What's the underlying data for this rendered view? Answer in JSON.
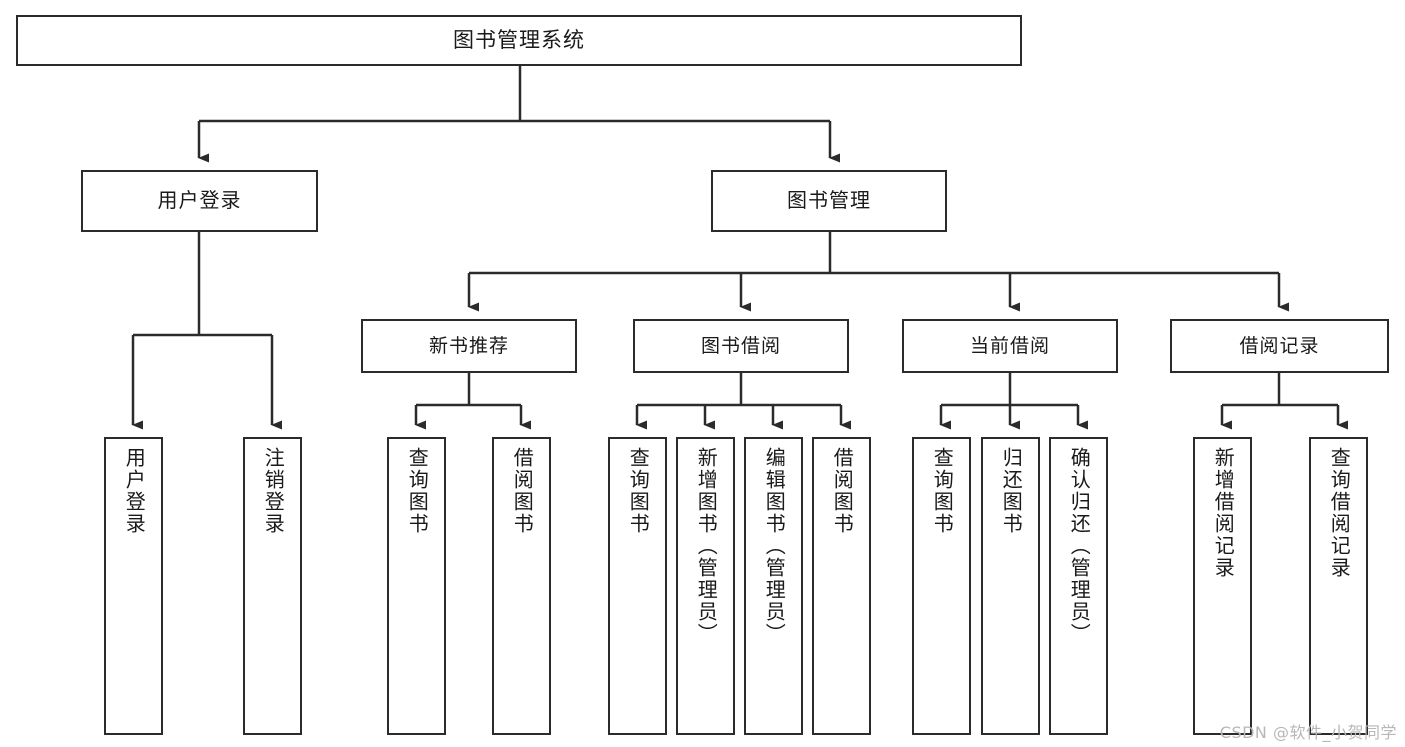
{
  "diagram": {
    "type": "tree-hierarchy",
    "title": "图书管理系统",
    "watermark": "CSDN @软件_小贺同学",
    "colors": {
      "border": "#2b2b2b",
      "background": "#ffffff",
      "text": "#1a1a1a",
      "watermark": "#b7b7b7"
    },
    "nodes": {
      "root": {
        "label": "图书管理系统"
      },
      "level2": [
        {
          "id": "user-login",
          "label": "用户登录"
        },
        {
          "id": "book-management",
          "label": "图书管理"
        }
      ],
      "level3": [
        {
          "id": "new-book-recommend",
          "label": "新书推荐"
        },
        {
          "id": "book-borrow",
          "label": "图书借阅"
        },
        {
          "id": "current-borrow",
          "label": "当前借阅"
        },
        {
          "id": "borrow-record",
          "label": "借阅记录"
        }
      ],
      "leaves": {
        "user-login": [
          {
            "id": "leaf-user-login",
            "label": "用户登录"
          },
          {
            "id": "leaf-user-logout",
            "label": "注销登录"
          }
        ],
        "new-book-recommend": [
          {
            "id": "leaf-query-book-1",
            "label": "查询图书"
          },
          {
            "id": "leaf-borrow-book-1",
            "label": "借阅图书"
          }
        ],
        "book-borrow": [
          {
            "id": "leaf-query-book-2",
            "label": "查询图书"
          },
          {
            "id": "leaf-add-book",
            "label": "新增图书（管理员）"
          },
          {
            "id": "leaf-edit-book",
            "label": "编辑图书（管理员）"
          },
          {
            "id": "leaf-borrow-book-2",
            "label": "借阅图书"
          }
        ],
        "current-borrow": [
          {
            "id": "leaf-query-book-3",
            "label": "查询图书"
          },
          {
            "id": "leaf-return-book",
            "label": "归还图书"
          },
          {
            "id": "leaf-confirm-return",
            "label": "确认归还（管理员）"
          }
        ],
        "borrow-record": [
          {
            "id": "leaf-add-record",
            "label": "新增借阅记录"
          },
          {
            "id": "leaf-query-record",
            "label": "查询借阅记录"
          }
        ]
      }
    }
  }
}
